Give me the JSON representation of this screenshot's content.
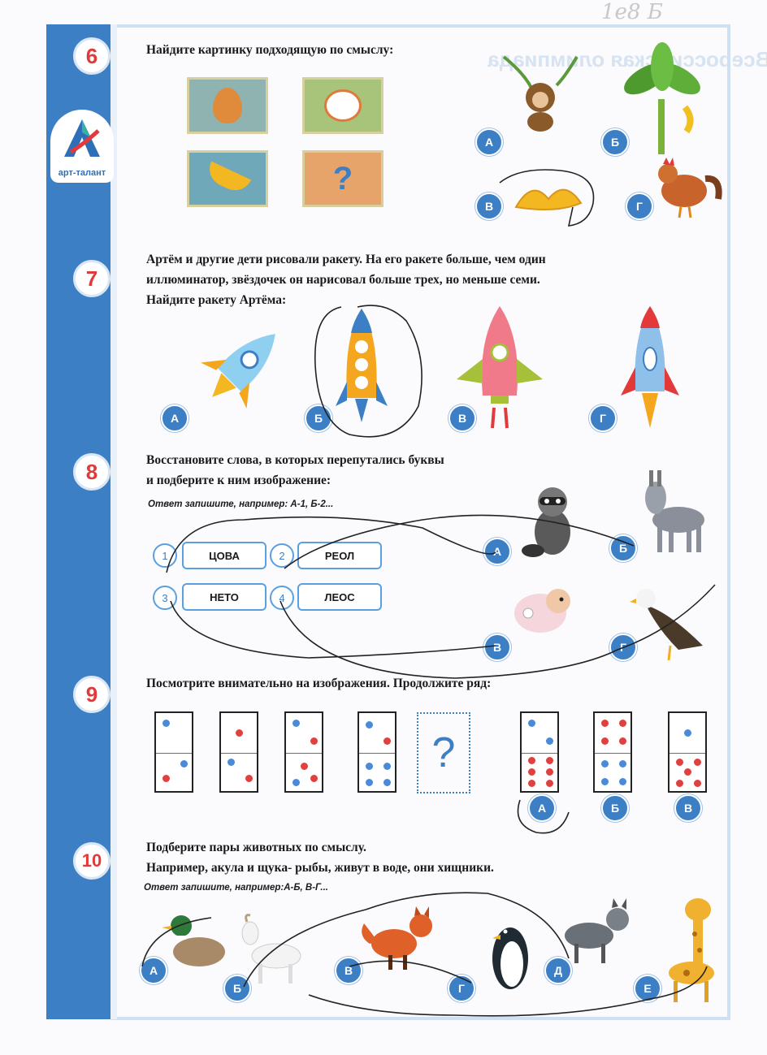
{
  "header_handwriting": "1е8 Б",
  "logo": {
    "text": "арт-талант"
  },
  "questions": [
    {
      "number": "6",
      "text": "Найдите картинку подходящую по смыслу:",
      "options": [
        "А",
        "Б",
        "В",
        "Г"
      ]
    },
    {
      "number": "7",
      "text_lines": [
        "Артём и другие дети рисовали ракету. На его ракете  больше, чем  один",
        "иллюминатор,  звёздочек  он нарисовал больше трех, но меньше семи.",
        "Найдите ракету Артёма:"
      ],
      "options": [
        "А",
        "Б",
        "В",
        "Г"
      ]
    },
    {
      "number": "8",
      "text_lines": [
        "Восстановите слова, в которых перепутались буквы",
        "и подберите  к ним изображение:"
      ],
      "hint": "Ответ запишите, например: А-1, Б-2...",
      "words": [
        {
          "num": "1",
          "word": "ЦОВА"
        },
        {
          "num": "2",
          "word": "РЕОЛ"
        },
        {
          "num": "3",
          "word": "НЕТО"
        },
        {
          "num": "4",
          "word": "ЛЕОС"
        }
      ],
      "options": [
        "А",
        "Б",
        "В",
        "Г"
      ]
    },
    {
      "number": "9",
      "text": "Посмотрите внимательно на изображения. Продолжите ряд:",
      "question_mark": "?",
      "options": [
        "А",
        "Б",
        "В"
      ]
    },
    {
      "number": "10",
      "text_lines": [
        "Подберите пары животных по смыслу.",
        "Например, акула и щука- рыбы, живут в воде, они хищники."
      ],
      "hint": "Ответ запишите, например:А-Б, В-Г...",
      "options": [
        "А",
        "Б",
        "В",
        "Г",
        "Д",
        "Е"
      ]
    }
  ],
  "card_question_mark": "?",
  "colors": {
    "sidebar": "#3d7fc4",
    "number": "#e23a3a",
    "option": "#3d7fc4",
    "dot_red": "#e04040",
    "dot_blue": "#4a8ad8",
    "ink": "#222222"
  }
}
